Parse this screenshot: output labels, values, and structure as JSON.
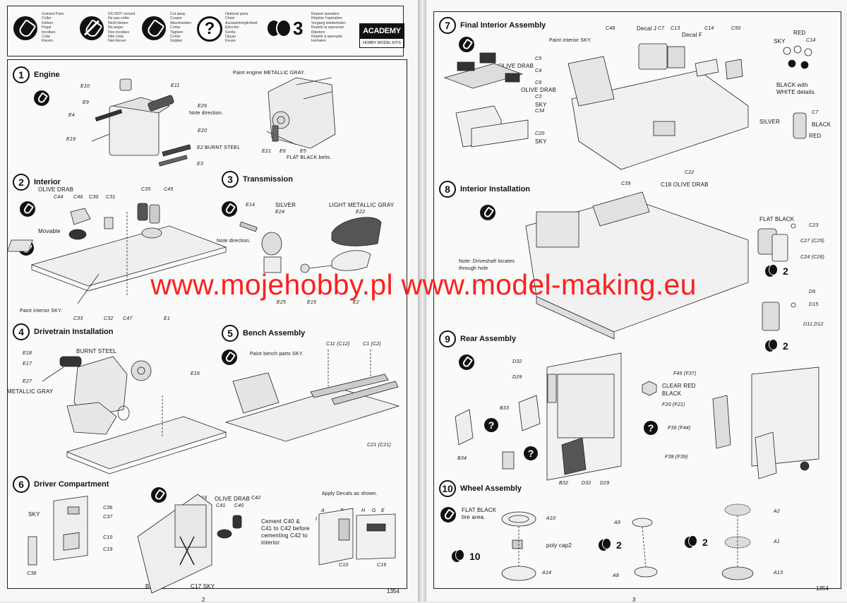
{
  "legend": {
    "items": [
      {
        "icon": "glue-icon",
        "text": "Cement Parts\nColler\nKleben\nPegar\nIncollare\nColar\nKleven"
      },
      {
        "icon": "no-glue-icon",
        "text": "DO NOT cement\nNe pas coller\nNicht kleben\nNo pegar\nNon incollare\nNão colar\nNiet kleven"
      },
      {
        "icon": "cut-icon",
        "text": "Cut away\nCouper\nAbschneiden\nCortar\nTagliare\nCortar\nSnijden"
      },
      {
        "icon": "question-icon",
        "text": "Optional parts\nChoix\nAuswahlmöglichkeit\nElección\nScelta\nOpçao\nKeuze"
      },
      {
        "icon": "repeat-icon",
        "text": "Repeat operation\nRépéter l'opération\nVorgang wiederholen\nRepetir la operacion\nRipetere\nRepetir a operação\nHerhalen"
      }
    ],
    "repeat_count": "3",
    "question_glyph": "?",
    "brand": "ACADEMY",
    "brand_sub": "HOBBY MODEL KITS"
  },
  "steps": {
    "s1": {
      "num": "1",
      "title": "Engine",
      "note": "Paint engine METALLIC GRAY.",
      "note_dir": "Note direction.",
      "burnt": "BURNT STEEL",
      "belts": "FLAT BLACK belts.",
      "parts": [
        "E10",
        "E9",
        "E4",
        "E19",
        "E11",
        "E29",
        "E20",
        "E2",
        "E3",
        "E21",
        "E6",
        "E5"
      ]
    },
    "s2": {
      "num": "2",
      "title": "Interior",
      "olive": "OLIVE DRAB",
      "movable": "Movable",
      "paint_sky": "Paint interior SKY.",
      "parts": [
        "C44",
        "C46",
        "C30",
        "C31",
        "C35",
        "C45",
        "C33",
        "C32",
        "C47",
        "E1"
      ]
    },
    "s3": {
      "num": "3",
      "title": "Transmission",
      "silver": "SILVER",
      "lmg": "LIGHT METALLIC GRAY",
      "note_dir": "Note direction.",
      "parts": [
        "E14",
        "E24",
        "E22",
        "E25",
        "E15",
        "E2"
      ]
    },
    "s4": {
      "num": "4",
      "title": "Drivetrain Installation",
      "burnt": "BURNT STEEL",
      "mg": "METALLIC GRAY",
      "parts": [
        "E18",
        "E17",
        "E27",
        "E16"
      ]
    },
    "s5": {
      "num": "5",
      "title": "Bench Assembly",
      "note": "Paint bench parts SKY.",
      "parts": [
        "C11 (C12)",
        "C1 (C2)",
        "C21 (C21)"
      ]
    },
    "s6": {
      "num": "6",
      "title": "Driver Compartment",
      "sky": "SKY",
      "olive": "OLIVE DRAB",
      "black": "BLACK",
      "sky17": "C17 SKY",
      "cement_note": "Cement C40 &\nC41 to C42 before\ncementing C42 to\ninterior.",
      "decals": "Apply Decals as shown.",
      "parts": [
        "C36",
        "C37",
        "C10",
        "C19",
        "C38",
        "C16",
        "C41",
        "C40",
        "C42"
      ],
      "decal_letters": [
        "A",
        "B",
        "H",
        "G",
        "E",
        "I"
      ],
      "decal_parts": [
        "C10",
        "C16"
      ]
    },
    "s7": {
      "num": "7",
      "title": "Final Interior Assembly",
      "paint_sky": "Paint interior SKY.",
      "decal_j": "Decal J",
      "decal_f": "Decal F",
      "olive": "OLIVE DRAB",
      "olive18": "C18 OLIVE DRAB",
      "sky": "SKY",
      "sky20": "SKY",
      "red": "RED",
      "sky_label": "SKY",
      "black_white": "BLACK with\nWHITE details.",
      "silver": "SILVER",
      "black": "BLACK",
      "red2": "RED",
      "parts": [
        "C48",
        "C7",
        "C13",
        "C14",
        "C50",
        "C5",
        "C4",
        "C6",
        "C3",
        "C34",
        "C20",
        "C39",
        "C22",
        "C14",
        "C7"
      ]
    },
    "s8": {
      "num": "8",
      "title": "Interior Installation",
      "note": "Note: Driveshaft locates\nthrough hole",
      "flat_black": "FLAT BLACK",
      "parts": [
        "C23",
        "C27 (C25)",
        "C24 (C26)",
        "D6",
        "D15",
        "D11,D12"
      ],
      "repeat": "2",
      "repeat2": "2"
    },
    "s9": {
      "num": "9",
      "title": "Rear Assembly",
      "clear_red": "CLEAR RED",
      "black": "BLACK",
      "parts": [
        "D32",
        "D29",
        "B33",
        "B34",
        "B32",
        "D32",
        "D29",
        "F45 (F37)",
        "F20 (F21)",
        "F36 (F44)",
        "F38 (F39)"
      ]
    },
    "s10": {
      "num": "10",
      "title": "Wheel Assembly",
      "flat_black": "FLAT BLACK\ntire area.",
      "poly": "poly cap2",
      "parts": [
        "A10",
        "A14",
        "A9",
        "A8",
        "A2",
        "A1",
        "A13"
      ],
      "r10": "10",
      "r2a": "2",
      "r2b": "2"
    }
  },
  "folio": {
    "left_code": "1354",
    "right_code": "1354",
    "left_page": "2",
    "right_page": "3"
  },
  "watermark": "www.mojehobby.pl www.model-making.eu"
}
